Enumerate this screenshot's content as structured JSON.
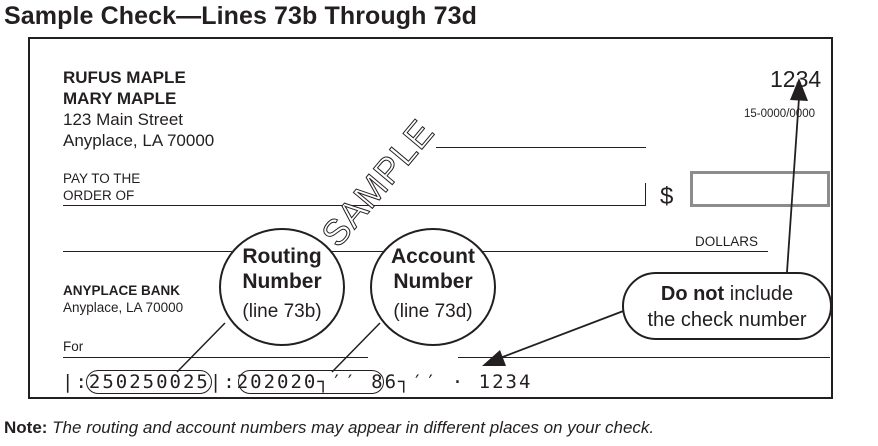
{
  "title": "Sample Check—Lines 73b Through 73d",
  "check": {
    "owner_name_1": "RUFUS MAPLE",
    "owner_name_2": "MARY MAPLE",
    "address_1": "123 Main Street",
    "address_2": "Anyplace, LA 70000",
    "check_number": "1234",
    "fraction_code": "15-0000/0000",
    "pay_to_1": "PAY TO THE",
    "pay_to_2": "ORDER OF",
    "dollar_sign": "$",
    "dollars_label": "DOLLARS",
    "watermark": "SAMPLE",
    "bank_name": "ANYPLACE BANK",
    "bank_city": "Anyplace, LA 70000",
    "memo_label": "For",
    "micr_routing_prefix": "|:",
    "micr_routing": "250250025",
    "micr_routing_suffix": "|:",
    "micr_account": "202020┐′′ 86",
    "micr_account_suffix": "┐′′ · 1234"
  },
  "routing_bubble": {
    "title_1": "Routing",
    "title_2": "Number",
    "subtitle": "(line 73b)"
  },
  "account_bubble": {
    "title_1": "Account",
    "title_2": "Number",
    "subtitle": "(line 73d)"
  },
  "callout": {
    "bold": "Do not",
    "rest_1": " include",
    "rest_2": "the check number"
  },
  "note": {
    "label": "Note:",
    "text": " The routing and account numbers may appear in different places on your check."
  }
}
